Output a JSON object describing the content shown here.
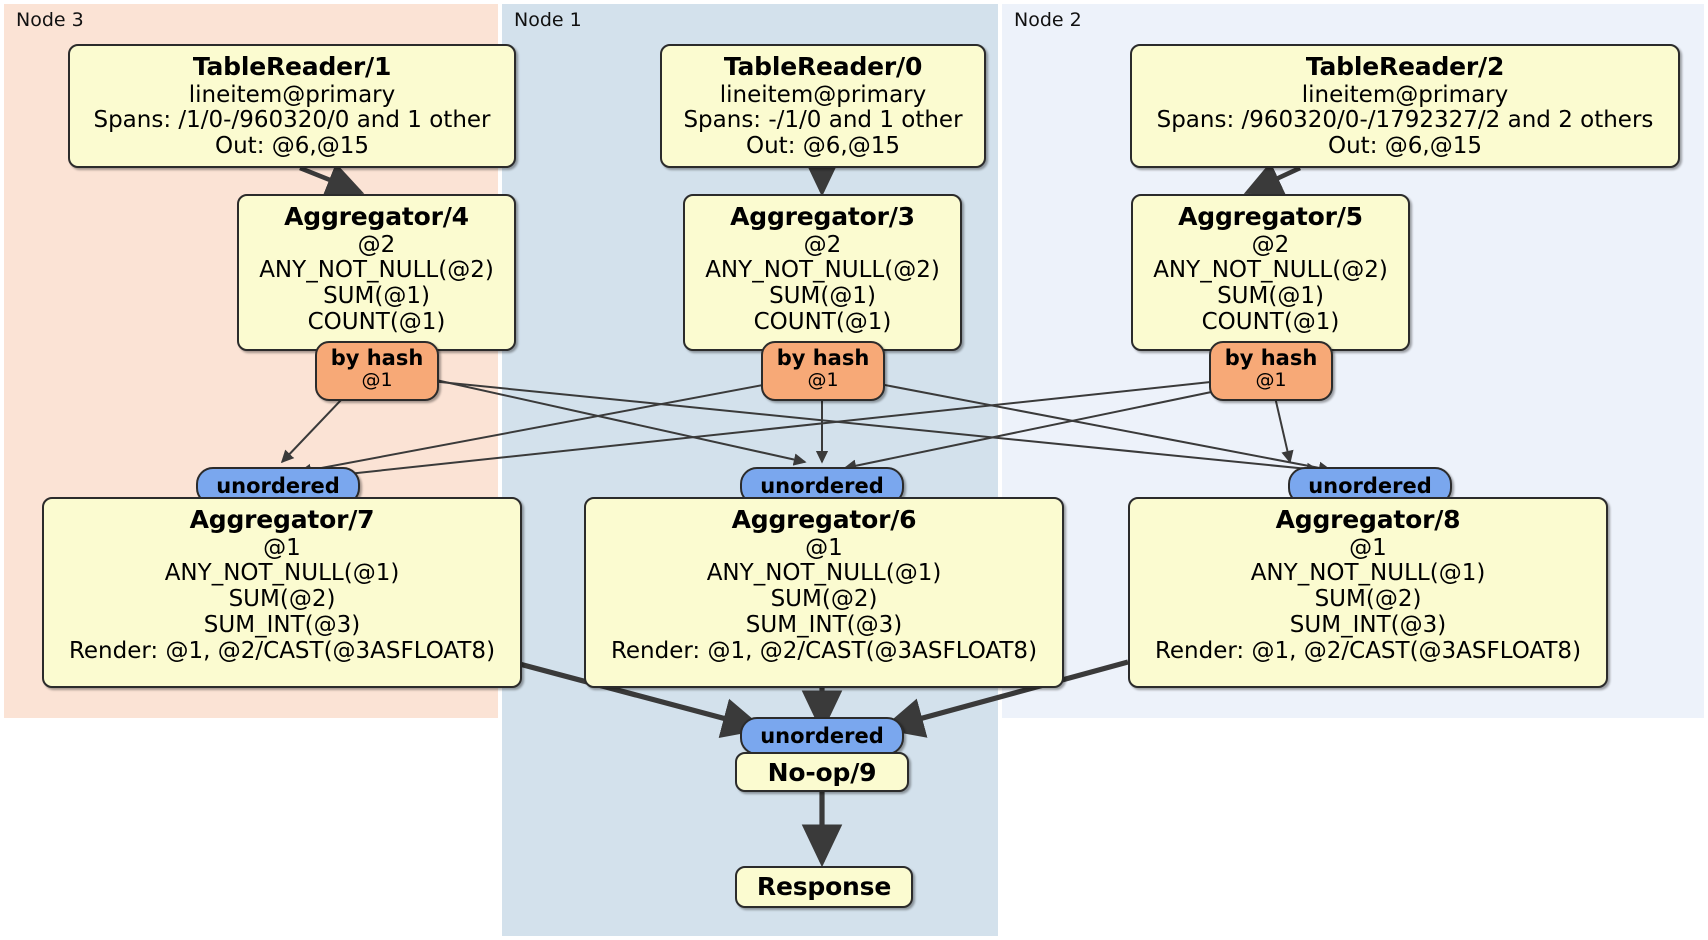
{
  "diagram": {
    "type": "distributed-query-plan",
    "colors": {
      "node3_bg": "#fbe3d5",
      "node1_bg": "#d3e1ec",
      "node2_bg": "#edf2fa",
      "processor_bg": "#fbfbd0",
      "hash_router_bg": "#f7a977",
      "unordered_sync_bg": "#7aa7ee",
      "edge": "#3a3a3a",
      "border": "#2b2b2b"
    }
  },
  "panels": [
    {
      "id": "node3",
      "label": "Node 3"
    },
    {
      "id": "node1",
      "label": "Node 1"
    },
    {
      "id": "node2",
      "label": "Node 2"
    }
  ],
  "processors": {
    "tablereader1": {
      "title": "TableReader/1",
      "lines": [
        "lineitem@primary",
        "Spans: /1/0-/960320/0 and 1 other",
        "Out: @6,@15"
      ]
    },
    "tablereader0": {
      "title": "TableReader/0",
      "lines": [
        "lineitem@primary",
        "Spans: -/1/0 and 1 other",
        "Out: @6,@15"
      ]
    },
    "tablereader2": {
      "title": "TableReader/2",
      "lines": [
        "lineitem@primary",
        "Spans: /960320/0-/1792327/2 and 2 others",
        "Out: @6,@15"
      ]
    },
    "aggregator4": {
      "title": "Aggregator/4",
      "lines": [
        "@2",
        "ANY_NOT_NULL(@2)",
        "SUM(@1)",
        "COUNT(@1)"
      ]
    },
    "aggregator3": {
      "title": "Aggregator/3",
      "lines": [
        "@2",
        "ANY_NOT_NULL(@2)",
        "SUM(@1)",
        "COUNT(@1)"
      ]
    },
    "aggregator5": {
      "title": "Aggregator/5",
      "lines": [
        "@2",
        "ANY_NOT_NULL(@2)",
        "SUM(@1)",
        "COUNT(@1)"
      ]
    },
    "aggregator7": {
      "title": "Aggregator/7",
      "lines": [
        "@1",
        "ANY_NOT_NULL(@1)",
        "SUM(@2)",
        "SUM_INT(@3)",
        "Render: @1, @2/CAST(@3ASFLOAT8)"
      ]
    },
    "aggregator6": {
      "title": "Aggregator/6",
      "lines": [
        "@1",
        "ANY_NOT_NULL(@1)",
        "SUM(@2)",
        "SUM_INT(@3)",
        "Render: @1, @2/CAST(@3ASFLOAT8)"
      ]
    },
    "aggregator8": {
      "title": "Aggregator/8",
      "lines": [
        "@1",
        "ANY_NOT_NULL(@1)",
        "SUM(@2)",
        "SUM_INT(@3)",
        "Render: @1, @2/CAST(@3ASFLOAT8)"
      ]
    },
    "noop9": {
      "title": "No-op/9",
      "lines": []
    },
    "response": {
      "title": "Response",
      "lines": []
    }
  },
  "routers": {
    "hash_left": {
      "label": "by hash",
      "sublabel": "@1"
    },
    "hash_center": {
      "label": "by hash",
      "sublabel": "@1"
    },
    "hash_right": {
      "label": "by hash",
      "sublabel": "@1"
    }
  },
  "synchronizers": {
    "unordered_left": {
      "label": "unordered"
    },
    "unordered_center": {
      "label": "unordered"
    },
    "unordered_right": {
      "label": "unordered"
    },
    "unordered_final": {
      "label": "unordered"
    }
  }
}
